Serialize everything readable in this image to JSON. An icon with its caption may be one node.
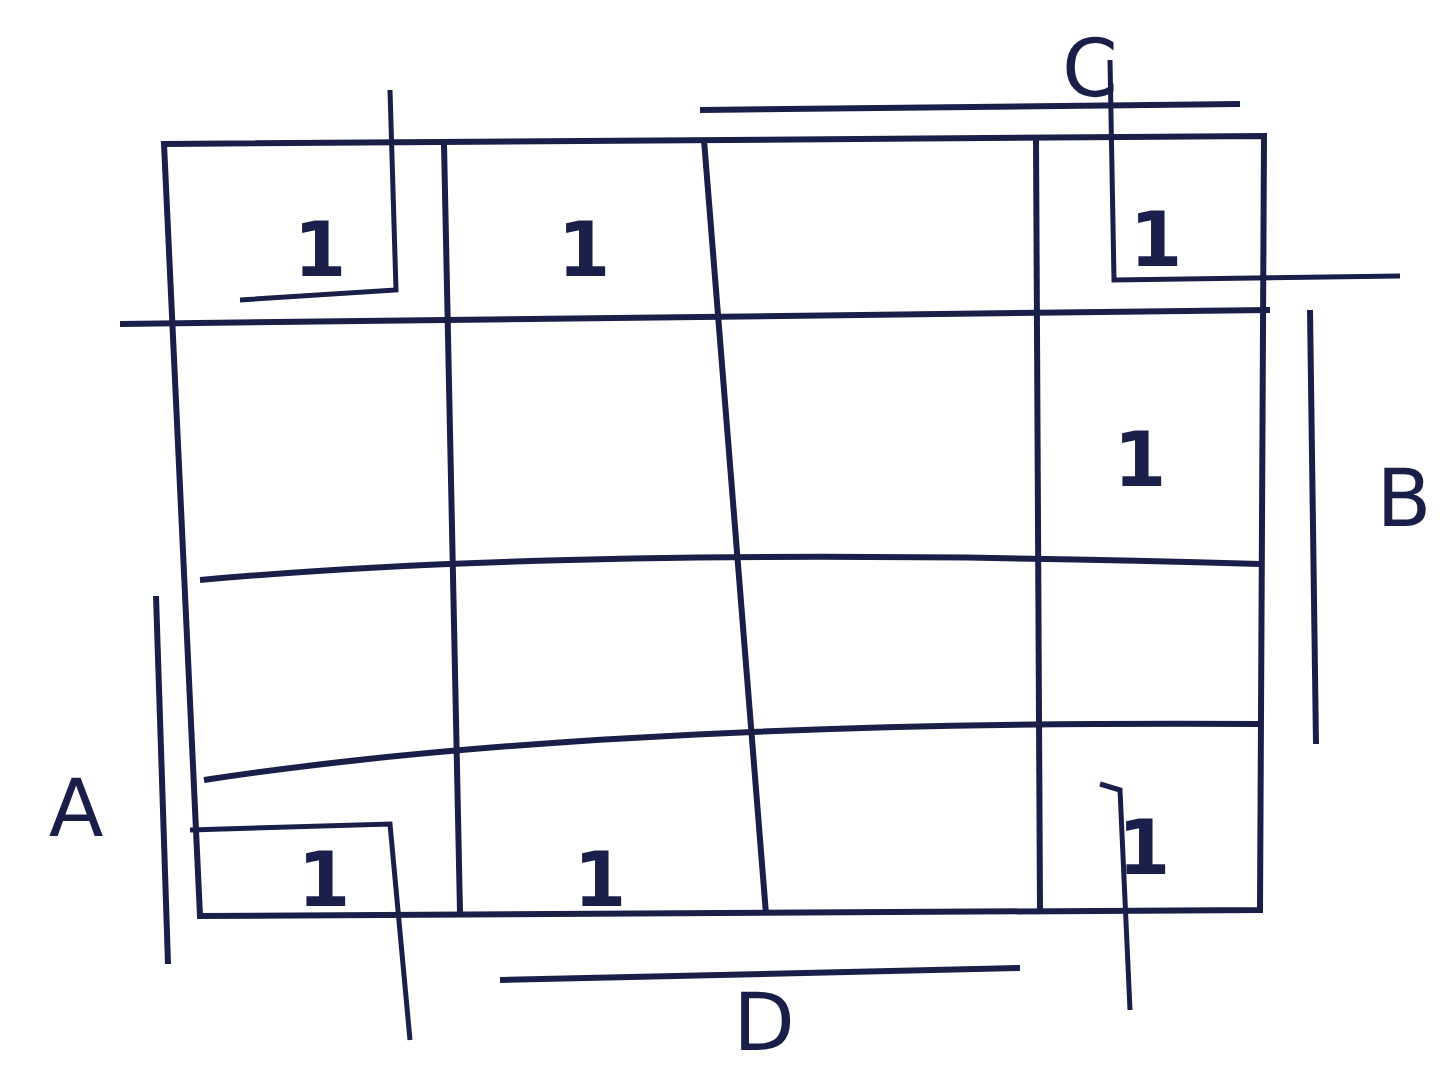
{
  "diagram": {
    "labels": [
      "C",
      "1",
      "1",
      "1",
      "1",
      "B",
      "A",
      "1",
      "1",
      "1",
      "D"
    ]
  }
}
